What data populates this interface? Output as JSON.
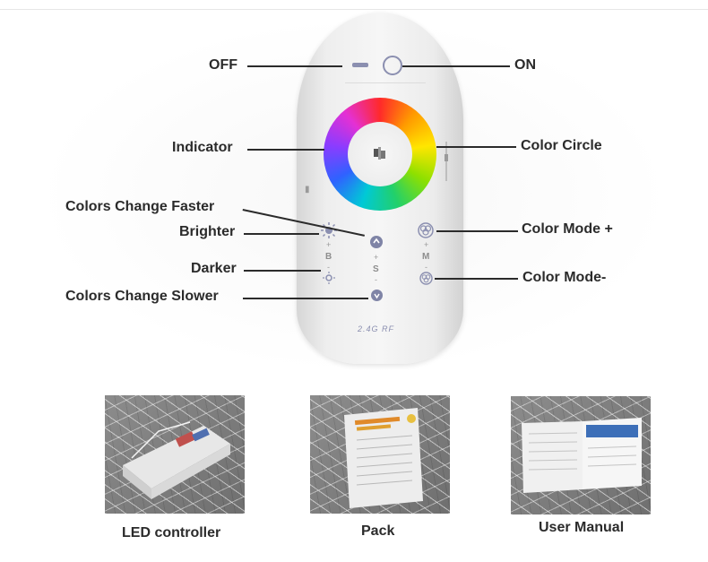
{
  "labels": {
    "off": "OFF",
    "on": "ON",
    "indicator": "Indicator",
    "color_circle": "Color Circle",
    "colors_change_faster": "Colors Change Faster",
    "brighter": "Brighter",
    "darker": "Darker",
    "colors_change_slower": "Colors Change Slower",
    "color_mode_plus": "Color Mode +",
    "color_mode_minus": "Color Mode-"
  },
  "remote": {
    "brightness_letter": "B",
    "speed_letter": "S",
    "mode_letter": "M",
    "plus": "+",
    "minus": "-",
    "rf_text": "2.4G RF"
  },
  "thumbnails": [
    {
      "caption": "LED controller"
    },
    {
      "caption": "Pack"
    },
    {
      "caption": "User Manual"
    }
  ],
  "colors": {
    "text": "#2b2b2b",
    "button_icon": "#8b8fb0",
    "remote_body": "#f2f2f2"
  }
}
